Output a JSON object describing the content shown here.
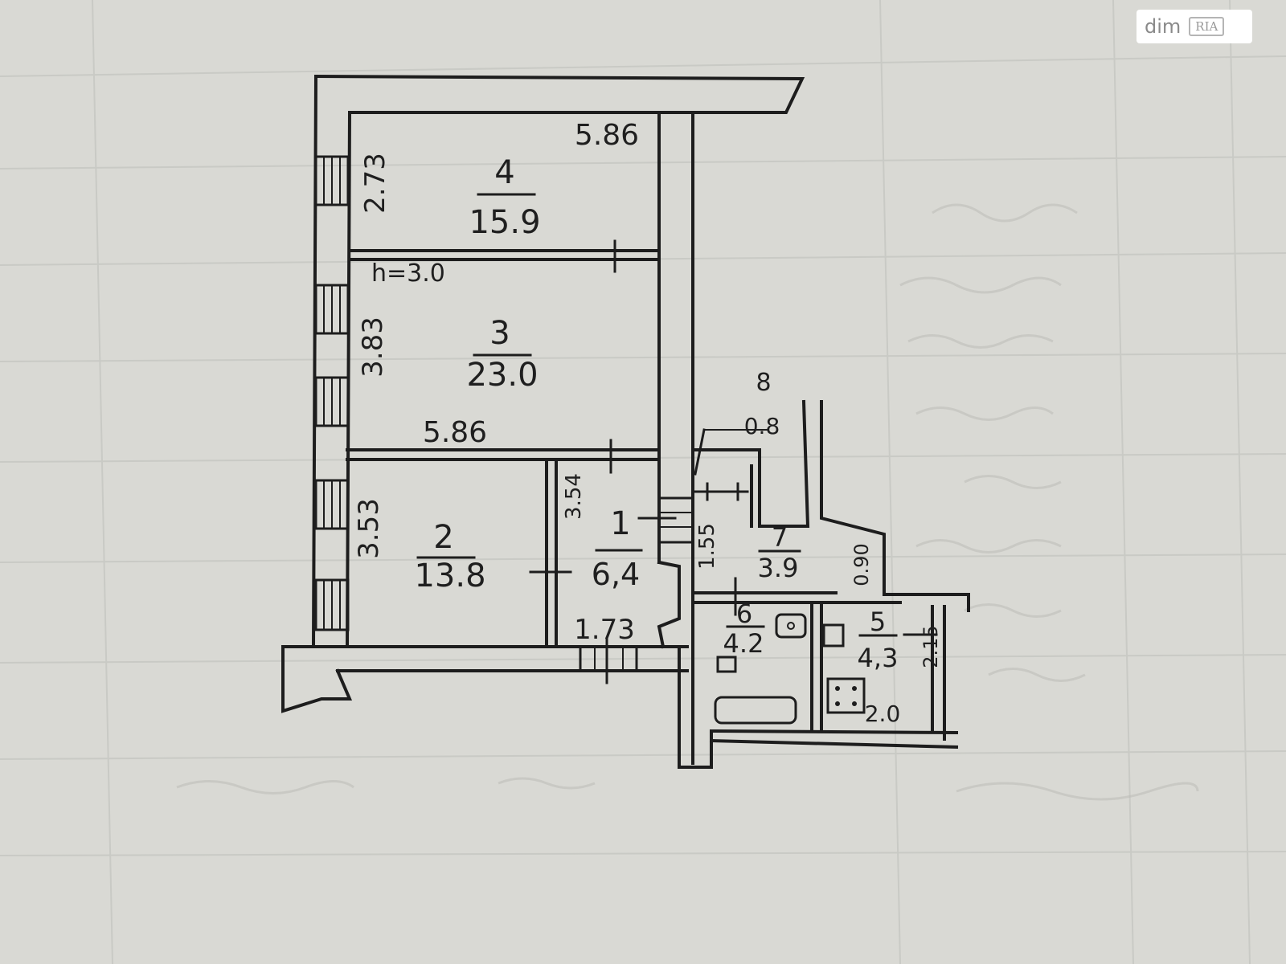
{
  "watermark": {
    "text": "dim",
    "badge": "RIA"
  },
  "plan": {
    "ceiling_height": "h=3.0",
    "rooms": [
      {
        "number": "1",
        "area": "6,4"
      },
      {
        "number": "2",
        "area": "13.8"
      },
      {
        "number": "3",
        "area": "23.0"
      },
      {
        "number": "4",
        "area": "15.9"
      },
      {
        "number": "5",
        "area": "4,3"
      },
      {
        "number": "6",
        "area": "4.2"
      },
      {
        "number": "7",
        "area": "3.9"
      },
      {
        "number": "8",
        "area": "0.8"
      }
    ],
    "dimensions": {
      "room4_width": "5.86",
      "room4_depth": "2.73",
      "room3_width": "5.86",
      "room3_depth": "3.83",
      "room2_depth": "3.53",
      "room1_depth": "3.54",
      "room1_width": "1.73",
      "room7_depth": "1.55",
      "room5_opening": "0.90",
      "room5_depth": "2.15",
      "room5_width": "2.0"
    }
  },
  "colors": {
    "paper": "#d9d9d4",
    "ink": "#1d1d1d",
    "grid": "#c9cac5"
  }
}
